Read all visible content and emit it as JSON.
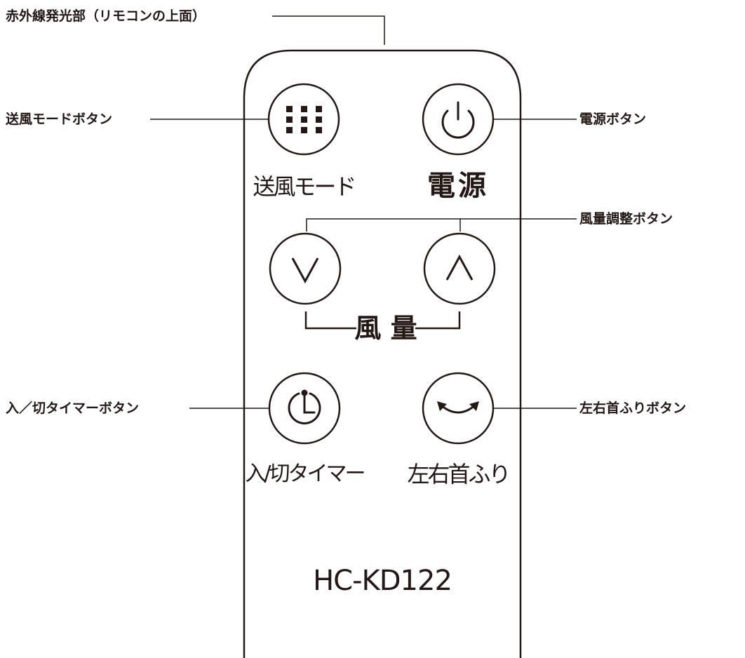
{
  "callouts": {
    "ir_emitter": "赤外線発光部（リモコンの上面）",
    "mode_button": "送風モードボタン",
    "power_button": "電源ボタン",
    "fan_speed_buttons": "風量調整ボタン",
    "timer_button": "入／切タイマーボタン",
    "swing_button": "左右首ふりボタン"
  },
  "remote": {
    "mode_label": "送風モード",
    "power_label": "電源",
    "fan_speed_label": "風 量",
    "timer_label": "入/切タイマー",
    "swing_label": "左右首ふり",
    "model": "HC-KD122"
  },
  "icons": {
    "mode": "nine-dots-grid-icon",
    "power": "power-icon",
    "speed_down": "chevron-down-icon",
    "speed_up": "chevron-up-icon",
    "timer": "clock-timer-icon",
    "swing": "swing-arrows-icon"
  },
  "colors": {
    "ink": "#231815",
    "background": "#ffffff"
  }
}
